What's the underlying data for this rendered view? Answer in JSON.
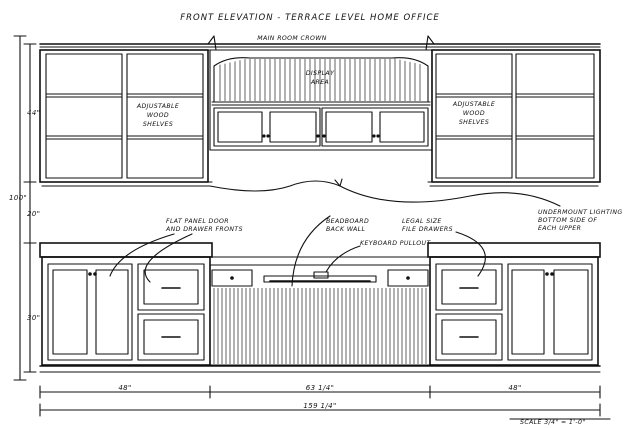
{
  "title": "FRONT ELEVATION - TERRACE LEVEL HOME OFFICE",
  "labels": {
    "main_room_crown": "MAIN ROOM CROWN",
    "display_area_line1": "DISPLAY",
    "display_area_line2": "AREA",
    "adjustable_shelves_left": [
      "ADJUSTABLE",
      "WOOD",
      "SHELVES"
    ],
    "adjustable_shelves_right": [
      "ADJUSTABLE",
      "WOOD",
      "SHELVES"
    ],
    "flat_panel_door": [
      "FLAT PANEL DOOR",
      "AND DRAWER FRONTS"
    ],
    "beadboard": [
      "BEADBOARD",
      "BACK WALL"
    ],
    "legal_size": [
      "LEGAL SIZE",
      "FILE DRAWERS"
    ],
    "keyboard_pullout": "KEYBOARD PULLOUT",
    "undermount_lighting": [
      "UNDERMOUNT LIGHTING",
      "BOTTOM SIDE OF",
      "EACH UPPER"
    ]
  },
  "dimensions": {
    "upper_height": "44\"",
    "gap_height": "20\"",
    "lower_height": "30\"",
    "total_height": "100\"",
    "left_base_width": "48\"",
    "center_width": "63 1/4\"",
    "right_base_width": "48\"",
    "overall_width": "159 1/4\""
  },
  "scale": "SCALE 3/4\" = 1'-0\""
}
